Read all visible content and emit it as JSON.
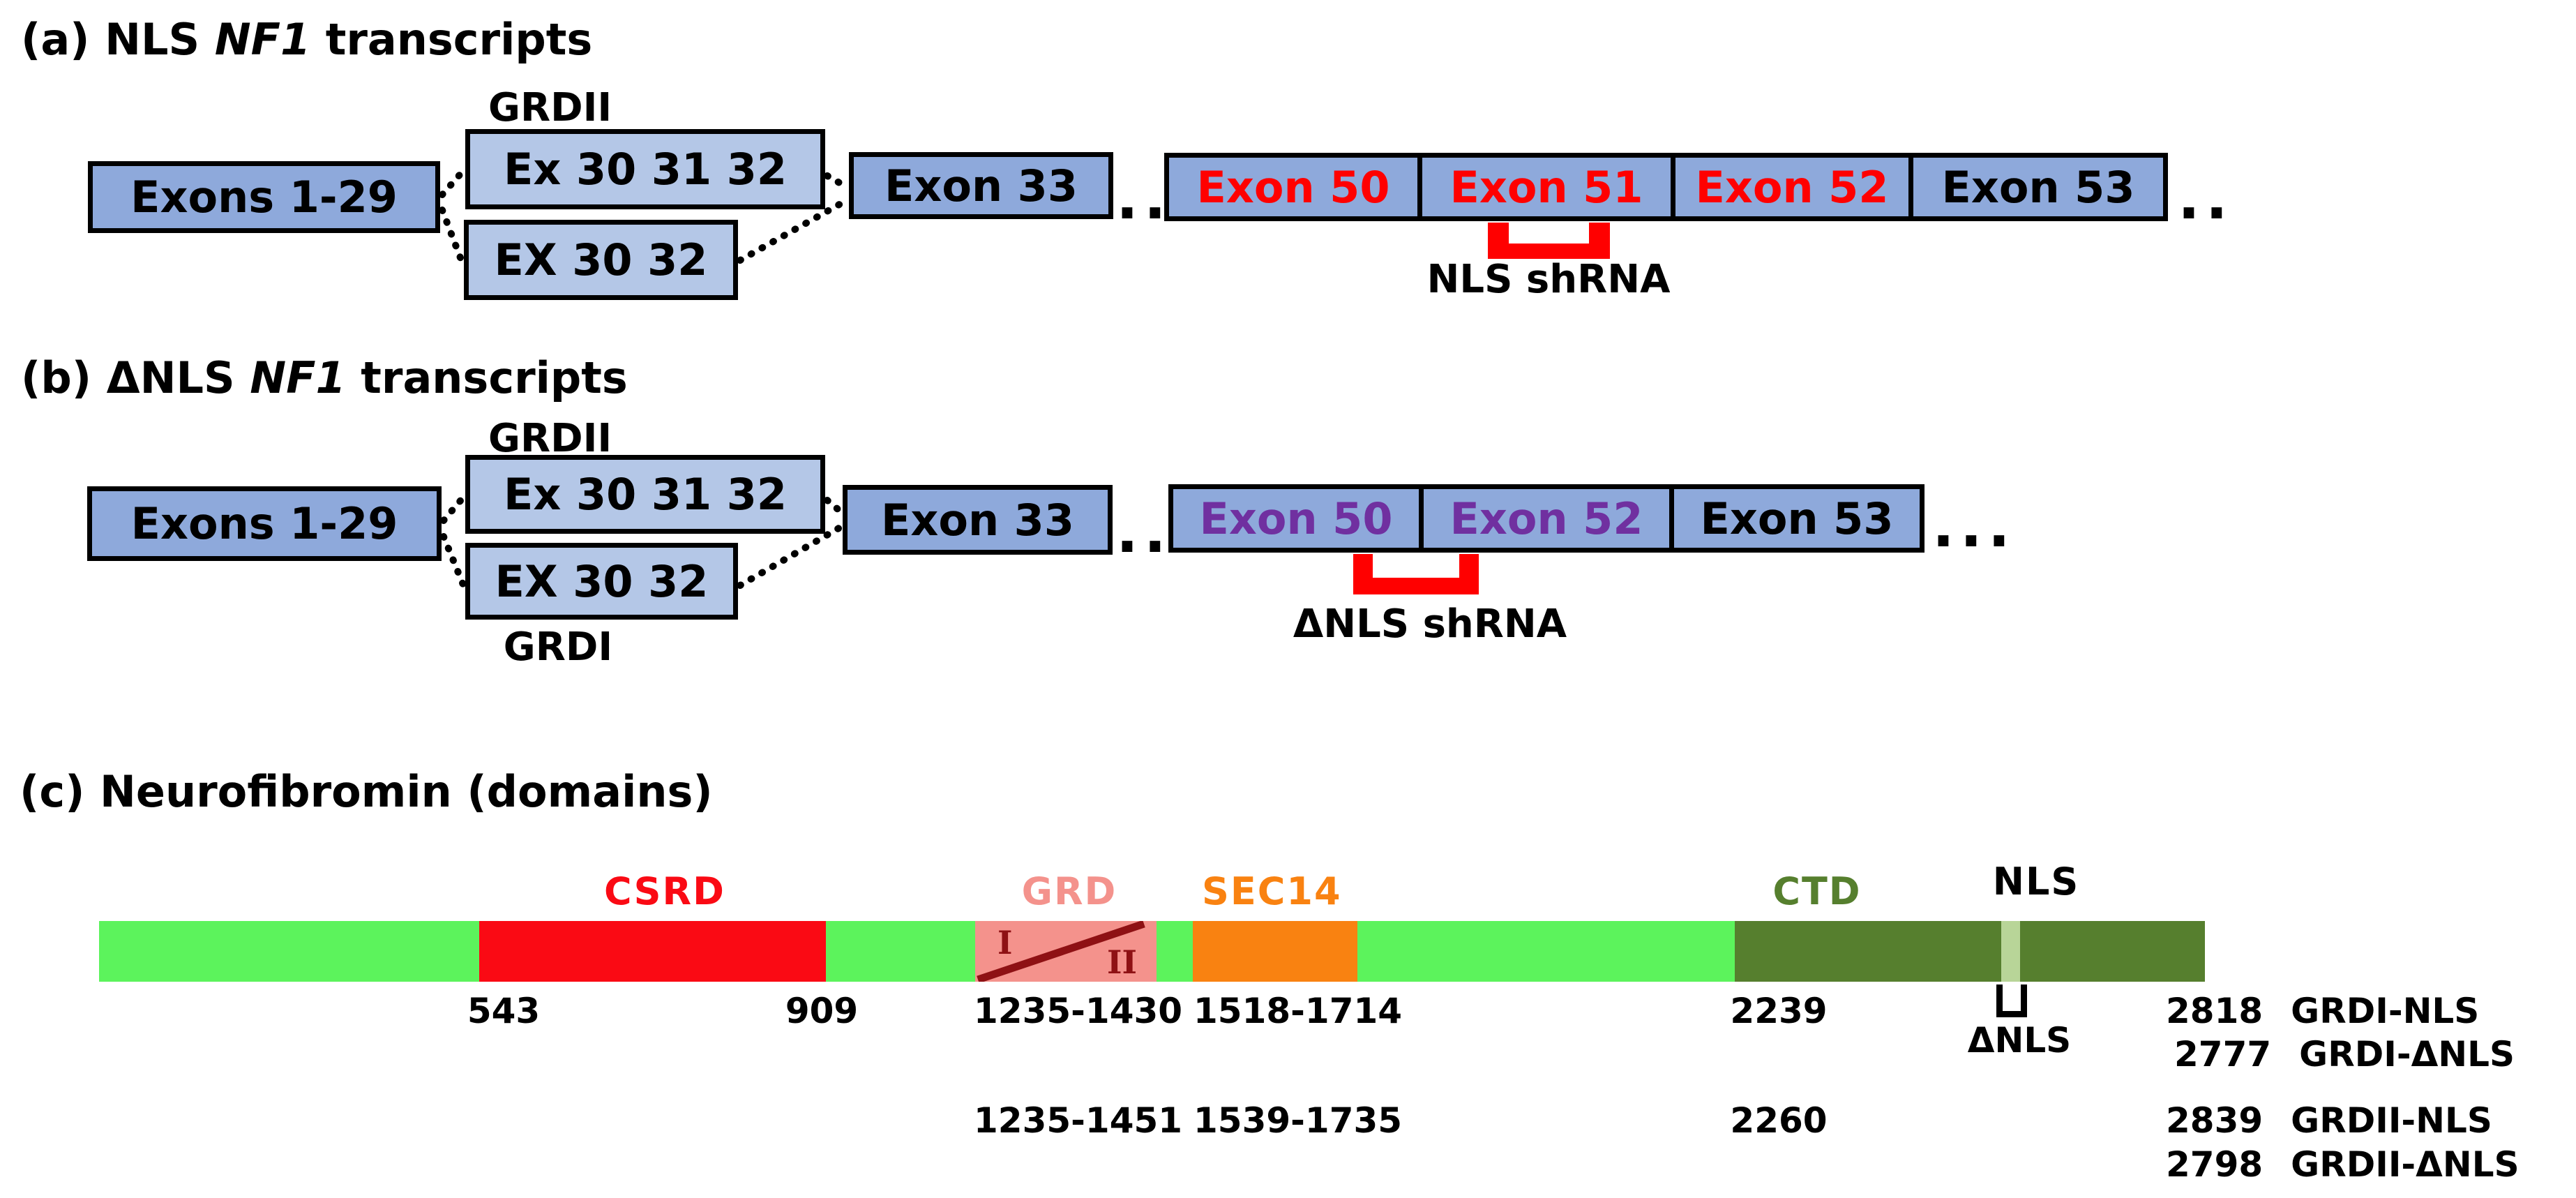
{
  "panel_a": {
    "title_prefix": "(a) NLS ",
    "title_gene": "NF1",
    "title_suffix": " transcripts",
    "grdii_label": "GRDII",
    "boxes": {
      "exons_1_29": "Exons 1-29",
      "ex_30_31_32": "Ex 30 31 32",
      "ex_30_32": "EX 30 32",
      "exon_33": "Exon 33"
    },
    "cells": [
      {
        "label": "Exon 50",
        "color": "red"
      },
      {
        "label": "Exon 51",
        "color": "red"
      },
      {
        "label": "Exon 52",
        "color": "red"
      },
      {
        "label": "Exon 53",
        "color": "black"
      }
    ],
    "dots_mid": "...",
    "dots_end": "..",
    "shrna_label": "NLS shRNA"
  },
  "panel_b": {
    "title_prefix": "(b) ΔNLS ",
    "title_gene": "NF1",
    "title_suffix": " transcripts",
    "grdii_label": "GRDII",
    "grdi_label": "GRDI",
    "boxes": {
      "exons_1_29": "Exons 1-29",
      "ex_30_31_32": "Ex 30 31 32",
      "ex_30_32": "EX 30 32",
      "exon_33": "Exon 33"
    },
    "cells": [
      {
        "label": "Exon 50",
        "color": "purple"
      },
      {
        "label": "Exon 52",
        "color": "purple"
      },
      {
        "label": "Exon 53",
        "color": "black"
      }
    ],
    "dots_mid": "...",
    "dots_end": "...",
    "shrna_label": "ΔNLS shRNA"
  },
  "panel_c": {
    "title": "(c) Neurofibromin (domains)",
    "domain_labels": {
      "csrd": "CSRD",
      "grd": "GRD",
      "sec14": "SEC14",
      "ctd": "CTD",
      "nls": "NLS"
    },
    "grd_numerals": {
      "one": "I",
      "two": "II"
    },
    "coords_row1": {
      "csrd_start": "543",
      "csrd_end": "909",
      "grd": "1235-1430",
      "sec14": "1518-1714",
      "ctd": "2239"
    },
    "coords_row2": {
      "grd": "1235-1451",
      "sec14": "1539-1735",
      "ctd": "2260"
    },
    "dnls_label": "ΔNLS",
    "constructs": [
      {
        "num": "2818",
        "name": "GRDI-NLS"
      },
      {
        "num": "2777",
        "name": "GRDI-ΔNLS"
      },
      {
        "num": "2839",
        "name": "GRDII-NLS"
      },
      {
        "num": "2798",
        "name": "GRDII-ΔNLS"
      }
    ]
  },
  "colors": {
    "box_fill": "#8EA9DB",
    "box_fill_light": "#B4C7E7",
    "box_border": "#000000",
    "exon_text_red": "#FF0000",
    "exon_text_purple": "#7030A0",
    "shrna_bracket_red": "#FF0000",
    "bar_light_green": "#5CF35C",
    "csrd_red": "#FA0A14",
    "grd_pink": "#F4928C",
    "grd_dark_red": "#8E1114",
    "sec14_orange": "#F98211",
    "ctd_dark_green": "#567F2E",
    "nls_stripe_green": "#B8D598"
  }
}
